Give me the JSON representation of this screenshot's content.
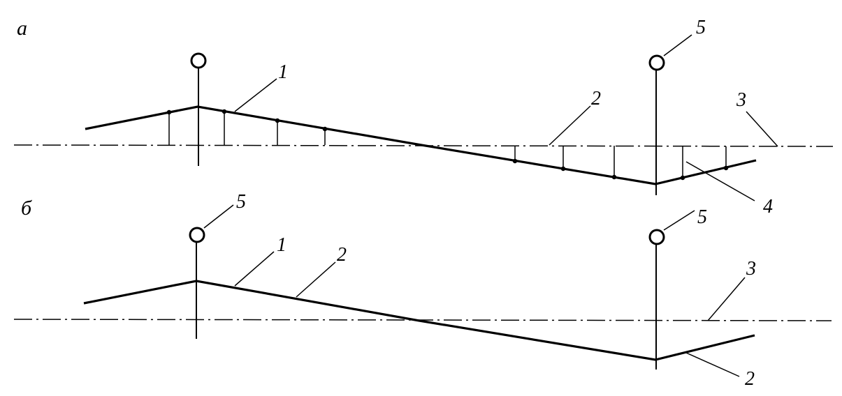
{
  "panels": [
    {
      "label": "а",
      "callouts": [
        "1",
        "2",
        "3",
        "4",
        "5"
      ]
    },
    {
      "label": "б",
      "callouts": [
        "5",
        "1",
        "2",
        "3",
        "5",
        "2"
      ]
    }
  ],
  "colors": {
    "ink": "#000000",
    "background": "#ffffff"
  }
}
